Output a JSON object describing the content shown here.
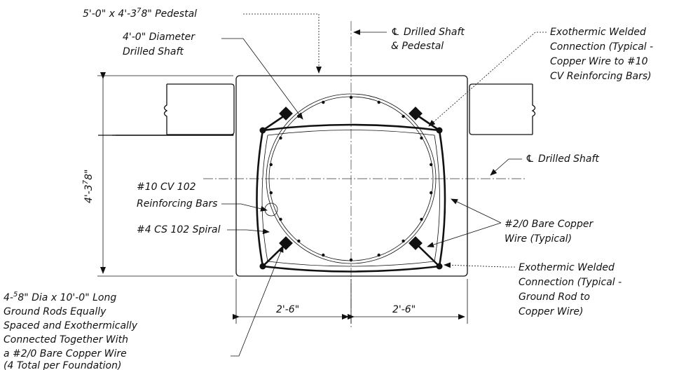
{
  "labels": {
    "pedestal": {
      "pre": "5'-0\" x 4'-3",
      "sup": "7",
      "post": "8\" Pedestal"
    },
    "shaft_line1": "4'-0\" Diameter",
    "shaft_line2": "Drilled Shaft",
    "cl_shaft_pedestal_1": "Drilled Shaft",
    "cl_shaft_pedestal_2": "& Pedestal",
    "cl_symbol": "℄",
    "exo_top_1": "Exothermic Welded",
    "exo_top_2": "Connection (Typical -",
    "exo_top_3": "Copper Wire to #10",
    "exo_top_4": "CV Reinforcing Bars)",
    "cl_shaft": "Drilled Shaft",
    "height_dim": {
      "pre": "4'-3",
      "sup": "7",
      "post": "8\""
    },
    "rebar_1": "#10 CV 102",
    "rebar_2": "Reinforcing Bars",
    "spiral": "#4 CS 102 Spiral",
    "copper_1": "#2/0 Bare Copper",
    "copper_2": "Wire (Typical)",
    "exo_bot_1": "Exothermic Welded",
    "exo_bot_2": "Connection (Typical -",
    "exo_bot_3": "Ground Rod to",
    "exo_bot_4": "Copper Wire)",
    "dim_left": "2'-6\"",
    "dim_right": "2'-6\"",
    "rods_1": {
      "pre": "4-",
      "sup": "5",
      "post": "8\" Dia x 10'-0\" Long"
    },
    "rods_2": "Ground Rods Equally",
    "rods_3": "Spaced and Exothermically",
    "rods_4": "Connected Together With",
    "rods_5": "a #2/0 Bare Copper Wire",
    "rods_6": "(4 Total per Foundation)"
  }
}
